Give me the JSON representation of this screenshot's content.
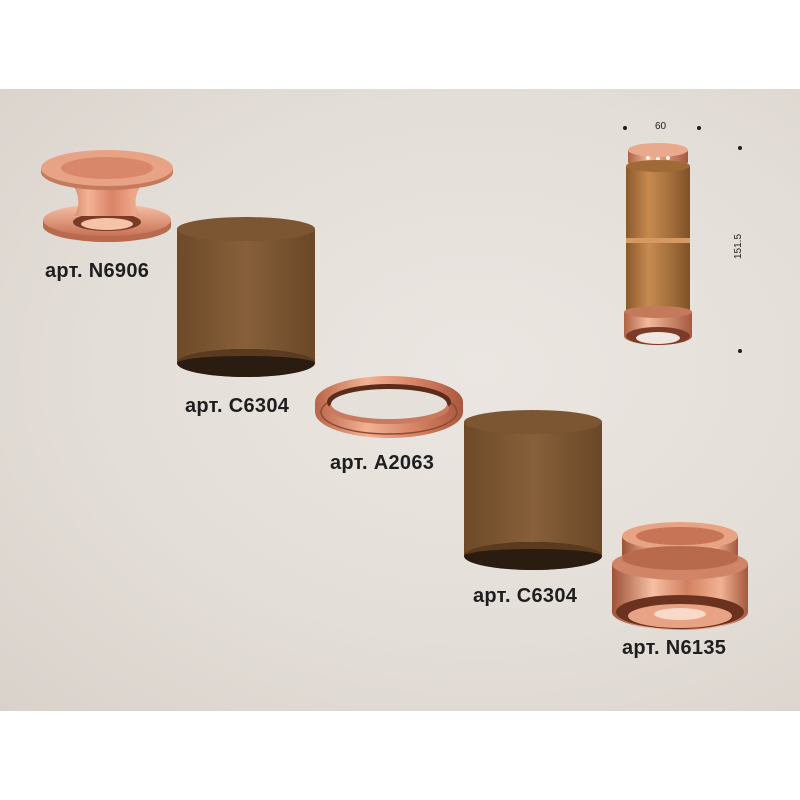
{
  "parts": [
    {
      "id": "mount-n6906",
      "label": "арт. N6906"
    },
    {
      "id": "body-c6304-1",
      "label": "арт. C6304"
    },
    {
      "id": "ring-a2063",
      "label": "арт. A2063"
    },
    {
      "id": "body-c6304-2",
      "label": "арт. C6304"
    },
    {
      "id": "front-n6135",
      "label": "арт. N6135"
    }
  ],
  "dimensions": {
    "width": "60",
    "height": "151.5"
  },
  "colors": {
    "background": "#e6e0da",
    "bronze_body": "#7a5530",
    "rose_gold": "#d9876a",
    "label_text": "#1e1e1e"
  }
}
